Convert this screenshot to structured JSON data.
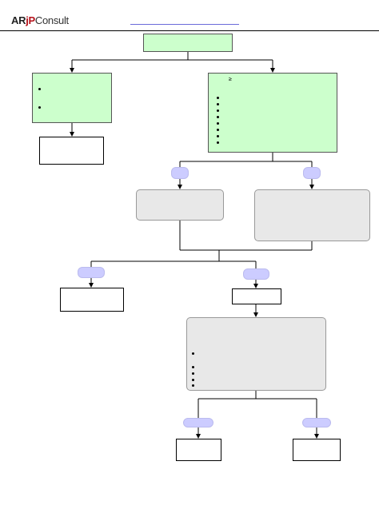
{
  "header": {
    "logo_ar": "AR",
    "logo_jp": "jP",
    "logo_consult": "Consult"
  },
  "glyphs": {
    "ge_symbol": "≥"
  },
  "colors": {
    "green_fill": "#ccffcc",
    "gray_fill": "#e8e8e8",
    "pill_fill": "#ccccff",
    "link_blue": "#6b6bd9"
  }
}
